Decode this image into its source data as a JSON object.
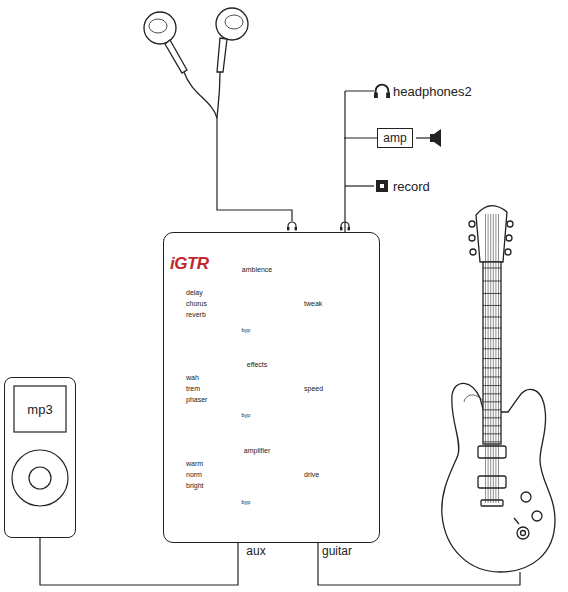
{
  "diagram": {
    "nodes": [
      {
        "text": [
          "iGTR",
          "ambience",
          "delay",
          "chorus",
          "reverb",
          "tweak",
          "byp",
          "effects",
          "wah",
          "trem",
          "phaser",
          "speed",
          "byp",
          "amplifier",
          "warm",
          "norm",
          "bright",
          "drive",
          "byp"
        ]
      },
      {
        "text": [
          "amp"
        ]
      },
      {
        "text": [
          "mp3"
        ]
      }
    ],
    "edges": [
      {
        "from": 0,
        "to": 1,
        "arrow": "none"
      },
      {
        "from": 2,
        "to": 0,
        "arrow": "none"
      }
    ],
    "labels": [
      "aux",
      "guitar",
      "headphones2",
      "record"
    ]
  }
}
